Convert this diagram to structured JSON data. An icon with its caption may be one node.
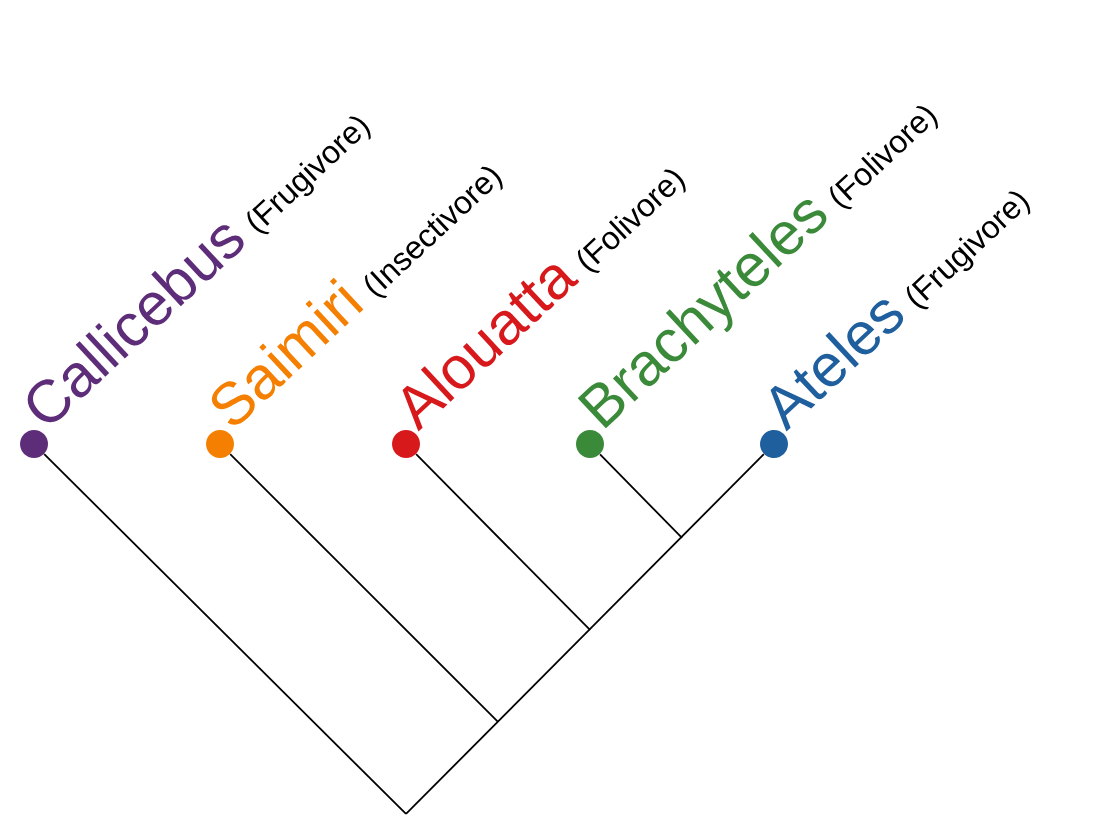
{
  "diagram": {
    "nodes": [
      {
        "text": [
          "Callicebus",
          "(Frugivore)"
        ]
      },
      {
        "text": [
          "Saimiri",
          "(Insectivore)"
        ]
      },
      {
        "text": [
          "Alouatta",
          "(Folivore)"
        ]
      },
      {
        "text": [
          "Brachyteles",
          "(Folivore)"
        ]
      },
      {
        "text": [
          "Ateles",
          "(Frugivore)"
        ]
      }
    ],
    "edges": [
      {
        "from": null,
        "to": 0,
        "arrow": "none"
      },
      {
        "from": null,
        "to": 1,
        "arrow": "none"
      },
      {
        "from": null,
        "to": 2,
        "arrow": "none"
      },
      {
        "from": null,
        "to": 3,
        "arrow": "none"
      },
      {
        "from": null,
        "to": 4,
        "arrow": "none"
      }
    ]
  }
}
